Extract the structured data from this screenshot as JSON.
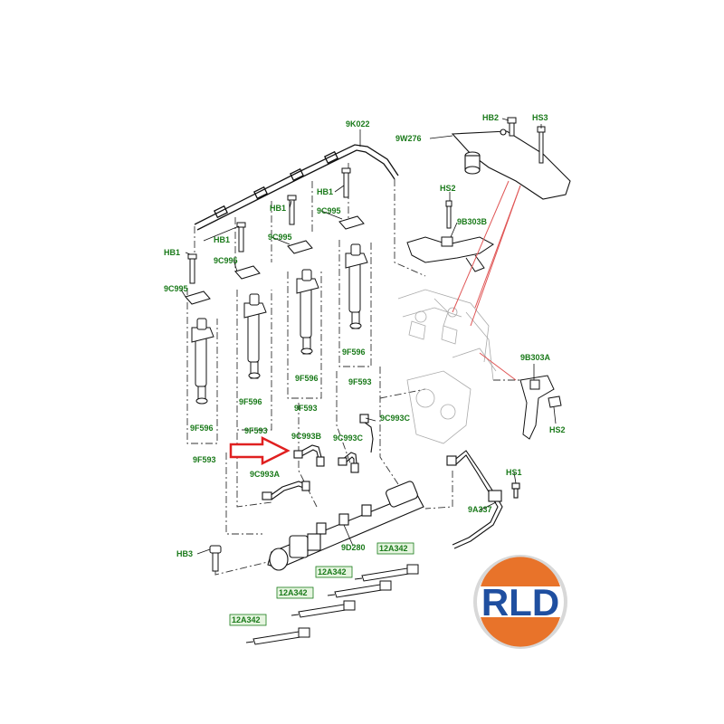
{
  "colors": {
    "label": "#1a7a1a",
    "label_box_fill": "#e6f5e0",
    "line": "#111111",
    "dashed": "#333333",
    "red_line": "#e05555",
    "arrow": "#e02020",
    "logo_orange": "#e8732a",
    "logo_blue": "#1f4fa0",
    "logo_grey": "#d8d8d8"
  },
  "logo": {
    "text": "RLD"
  },
  "labels": [
    {
      "id": "9K022",
      "text": "9K022"
    },
    {
      "id": "9W276",
      "text": "9W276"
    },
    {
      "id": "HB2-top",
      "text": "HB2"
    },
    {
      "id": "HS3",
      "text": "HS3"
    },
    {
      "id": "HS2-top",
      "text": "HS2"
    },
    {
      "id": "9B303B",
      "text": "9B303B"
    },
    {
      "id": "HB1-a",
      "text": "HB1"
    },
    {
      "id": "9C995-a",
      "text": "9C995"
    },
    {
      "id": "HB1-b",
      "text": "HB1"
    },
    {
      "id": "9C995-b",
      "text": "9C995"
    },
    {
      "id": "HB1-c",
      "text": "HB1"
    },
    {
      "id": "9C995-c",
      "text": "9C995"
    },
    {
      "id": "HB1-d",
      "text": "HB1"
    },
    {
      "id": "9C995-d",
      "text": "9C995"
    },
    {
      "id": "9F596-a",
      "text": "9F596"
    },
    {
      "id": "9F596-b",
      "text": "9F596"
    },
    {
      "id": "9F596-c",
      "text": "9F596"
    },
    {
      "id": "9F596-d",
      "text": "9F596"
    },
    {
      "id": "9F593-a",
      "text": "9F593"
    },
    {
      "id": "9F593-b",
      "text": "9F593"
    },
    {
      "id": "9F593-c",
      "text": "9F593"
    },
    {
      "id": "9F593-d",
      "text": "9F593"
    },
    {
      "id": "9C993C-a",
      "text": "9C993C"
    },
    {
      "id": "9C993C-b",
      "text": "9C993C"
    },
    {
      "id": "9C993B",
      "text": "9C993B"
    },
    {
      "id": "9C993A",
      "text": "9C993A"
    },
    {
      "id": "9B303A",
      "text": "9B303A"
    },
    {
      "id": "HS2-right",
      "text": "HS2"
    },
    {
      "id": "HS1",
      "text": "HS1"
    },
    {
      "id": "9A337",
      "text": "9A337"
    },
    {
      "id": "9D280",
      "text": "9D280"
    },
    {
      "id": "HB3",
      "text": "HB3"
    }
  ],
  "boxed_labels": [
    {
      "id": "12A342-a",
      "text": "12A342"
    },
    {
      "id": "12A342-b",
      "text": "12A342"
    },
    {
      "id": "12A342-c",
      "text": "12A342"
    },
    {
      "id": "12A342-d",
      "text": "12A342"
    }
  ]
}
